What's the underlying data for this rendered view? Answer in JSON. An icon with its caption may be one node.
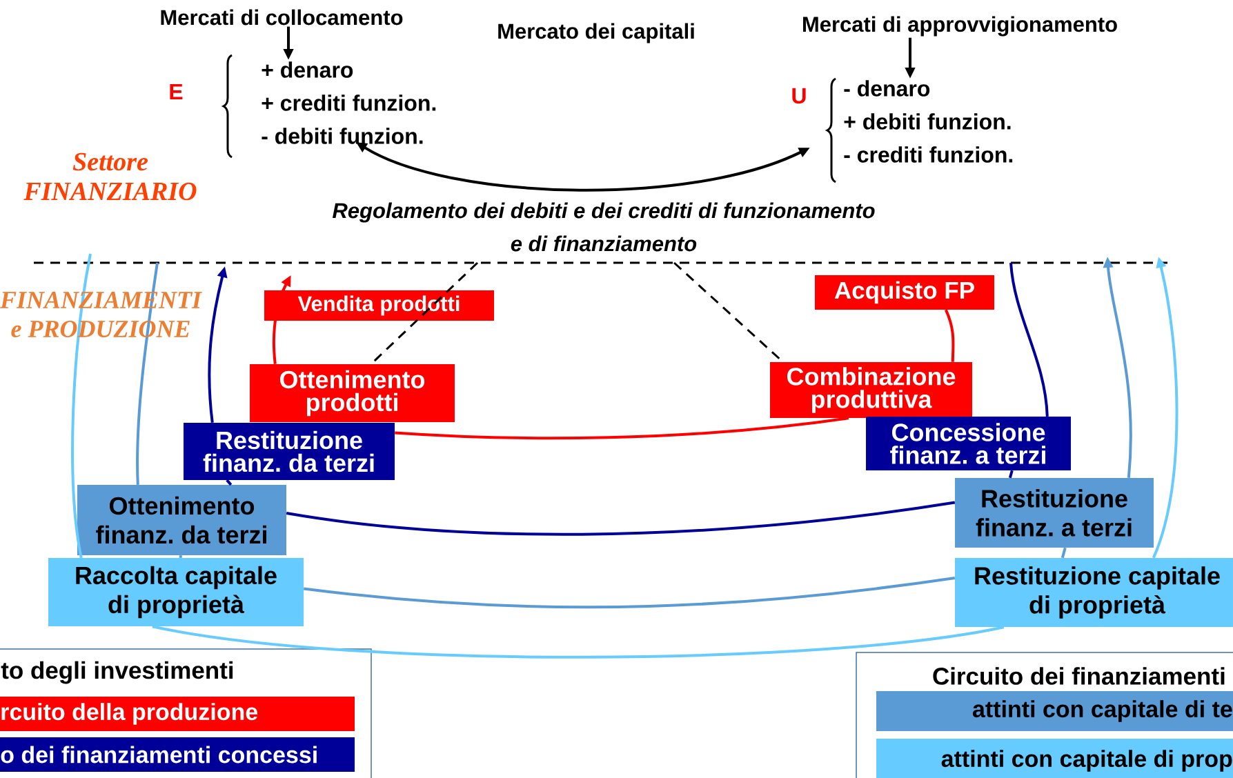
{
  "diagram": {
    "nodes": [
      {
        "text": [
          "Mercati di collocamento"
        ]
      },
      {
        "text": [
          "+ denaro",
          "+ crediti funzion.",
          "- debiti funzion."
        ],
        "beside": [
          "E"
        ]
      },
      {
        "text": [
          "Mercati di approvvigionamento"
        ]
      },
      {
        "text": [
          "- denaro",
          "+ debiti funzion.",
          "- crediti funzion."
        ],
        "beside": [
          "U"
        ]
      },
      {
        "text": [
          "Vendita prodotti"
        ]
      },
      {
        "text": [
          "Ottenimento prodotti"
        ]
      },
      {
        "text": [
          "Acquisto FP"
        ]
      },
      {
        "text": [
          "Combinazione produttiva"
        ]
      },
      {
        "text": [
          "Restituzione finanz. da terzi"
        ]
      },
      {
        "text": [
          "Concessione finanz. a terzi"
        ]
      },
      {
        "text": [
          "Ottenimento finanz. da terzi"
        ]
      },
      {
        "text": [
          "Restituzione finanz. a terzi"
        ]
      },
      {
        "text": [
          "Raccolta capitale di proprietà"
        ]
      },
      {
        "text": [
          "Restituzione capitale di proprietà"
        ]
      }
    ],
    "edges": [
      {
        "from": 0,
        "to": 1,
        "arrow": "to",
        "color": "#000000"
      },
      {
        "from": 2,
        "to": 3,
        "arrow": "to",
        "color": "#000000"
      },
      {
        "from": 3,
        "to": 1,
        "arrow": "both",
        "color": "#000000"
      },
      {
        "from": null,
        "to": 5,
        "arrow": "none",
        "style": "dashed",
        "color": "#000000"
      },
      {
        "from": null,
        "to": 7,
        "arrow": "none",
        "style": "dashed",
        "color": "#000000"
      },
      {
        "from": 5,
        "to": 4,
        "arrow": "to",
        "color": "#ff0000"
      },
      {
        "from": 6,
        "to": 7,
        "arrow": "none",
        "color": "#ff0000"
      },
      {
        "from": 7,
        "to": 8,
        "arrow": "none",
        "color": "#ff0000"
      },
      {
        "from": 8,
        "to": null,
        "arrow": "to",
        "color": "#000099"
      },
      {
        "from": null,
        "to": 9,
        "arrow": "none",
        "color": "#000099"
      },
      {
        "from": 9,
        "to": 11,
        "arrow": "none",
        "color": "#000099"
      },
      {
        "from": 11,
        "to": 10,
        "arrow": "none",
        "color": "#000099"
      },
      {
        "from": 10,
        "to": 8,
        "arrow": "none",
        "color": "#000099"
      },
      {
        "from": null,
        "to": 10,
        "arrow": "none",
        "color": "#5b9bd5"
      },
      {
        "from": 10,
        "to": 12,
        "arrow": "none",
        "color": "#5b9bd5"
      },
      {
        "from": 12,
        "to": 13,
        "arrow": "none",
        "color": "#5b9bd5"
      },
      {
        "from": 13,
        "to": 11,
        "arrow": "none",
        "color": "#5b9bd5"
      },
      {
        "from": 11,
        "to": null,
        "arrow": "to",
        "color": "#5b9bd5"
      },
      {
        "from": null,
        "to": 12,
        "arrow": "none",
        "color": "#66ccff"
      },
      {
        "from": 12,
        "to": 13,
        "arrow": "none",
        "color": "#66ccff"
      },
      {
        "from": 13,
        "to": null,
        "arrow": "to",
        "color": "#66ccff"
      }
    ],
    "labels": [
      "Mercato dei capitali",
      "Settore FINANZIARIO",
      "Regolamento dei debiti e dei crediti di funzionamento e di finanziamento",
      "FINANZIAMENTI e PRODUZIONE",
      "to degli investimenti",
      "Circuito dei finanziamenti"
    ],
    "legend": [
      {
        "text": "rcuito della produzione",
        "color": "#ff0000"
      },
      {
        "text": "o dei finanziamenti concessi",
        "color": "#000099"
      },
      {
        "text": "attinti con capitale di te",
        "color": "#5b9bd5"
      },
      {
        "text": "attinti con capitale di prop",
        "color": "#66ccff"
      }
    ]
  }
}
